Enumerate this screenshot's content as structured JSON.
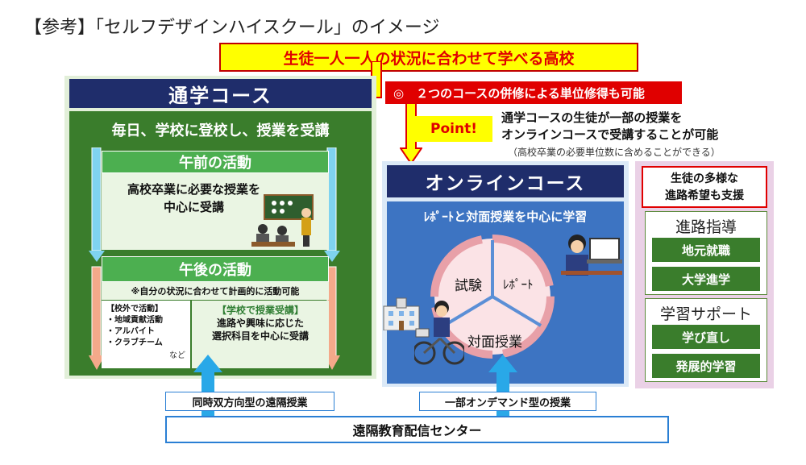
{
  "page": {
    "title": "【参考】「セルフデザインハイスクール」のイメージ",
    "banner": "生徒一人一人の状況に合わせて学べる高校"
  },
  "dual": {
    "label": "◎　２つのコースの併修による単位修得も可能",
    "point": "Point!",
    "text_line1": "通学コースの生徒が一部の授業を",
    "text_line2": "オンラインコースで受講することが可能",
    "note": "（高校卒業の必要単位数に含めることができる）"
  },
  "commute": {
    "title": "通学コース",
    "subtitle": "毎日、学校に登校し、授業を受講",
    "morning": {
      "title": "午前の活動",
      "line1": "高校卒業に必要な授業を",
      "line2": "中心に受講"
    },
    "afternoon": {
      "title": "午後の活動",
      "note": "※自分の状況に合わせて計画的に活動可能",
      "outside": {
        "heading": "【校外で活動】",
        "items": [
          "・地域貢献活動",
          "・アルバイト",
          "・クラブチーム"
        ],
        "etc": "など"
      },
      "school": {
        "heading": "【学校で授業受講】",
        "line1": "進路や興味に応じた",
        "line2": "選択科目を中心に受講"
      }
    }
  },
  "online": {
    "title": "オンラインコース",
    "subtitle": "ﾚﾎﾟｰﾄと対面授業を中心に学習",
    "cycle": [
      "試験",
      "ﾚﾎﾟｰﾄ",
      "対面授業"
    ]
  },
  "support": {
    "head_line1": "生徒の多様な",
    "head_line2": "進路希望も支援",
    "career": {
      "title": "進路指導",
      "items": [
        "地元就職",
        "大学進学"
      ]
    },
    "learning": {
      "title": "学習サポート",
      "items": [
        "学び直し",
        "発展的学習"
      ]
    }
  },
  "delivery": {
    "live": "同時双方向型の遠隔授業",
    "ondemand": "一部オンデマンド型の授業",
    "center": "遠隔教育配信センター"
  },
  "colors": {
    "navy": "#1f2d6b",
    "green": "#3a7d2c",
    "bright_green": "#4caf50",
    "blue": "#3d74c2",
    "red": "#e00000",
    "yellow": "#ffff00"
  }
}
